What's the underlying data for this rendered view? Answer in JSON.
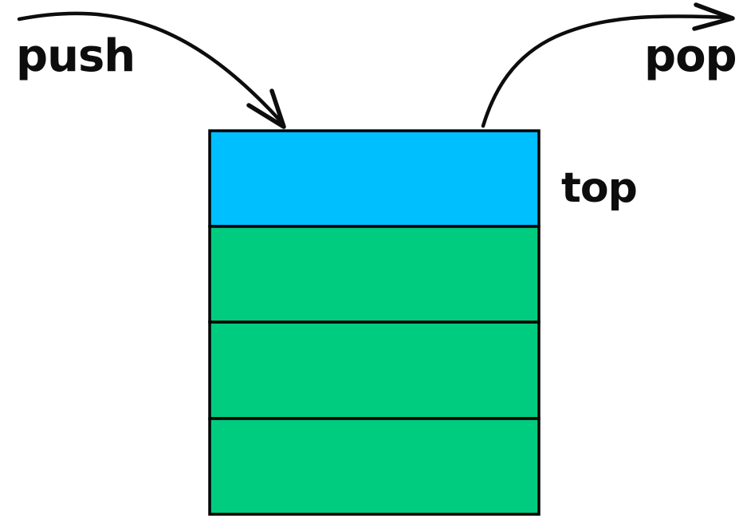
{
  "diagram": {
    "type": "stack-data-structure",
    "labels": {
      "push": "push",
      "pop": "pop",
      "top": "top"
    },
    "colors": {
      "top_item_fill": "#00BFFF",
      "item_fill": "#00CC80",
      "outline": "#000000",
      "arrow": "#0d0d0d",
      "background": "#FFFFFF"
    },
    "stack": {
      "item_count": 4,
      "items": [
        {
          "role": "top-item",
          "fill": "#00BFFF"
        },
        {
          "role": "item",
          "fill": "#00CC80"
        },
        {
          "role": "item",
          "fill": "#00CC80"
        },
        {
          "role": "item",
          "fill": "#00CC80"
        }
      ]
    }
  }
}
